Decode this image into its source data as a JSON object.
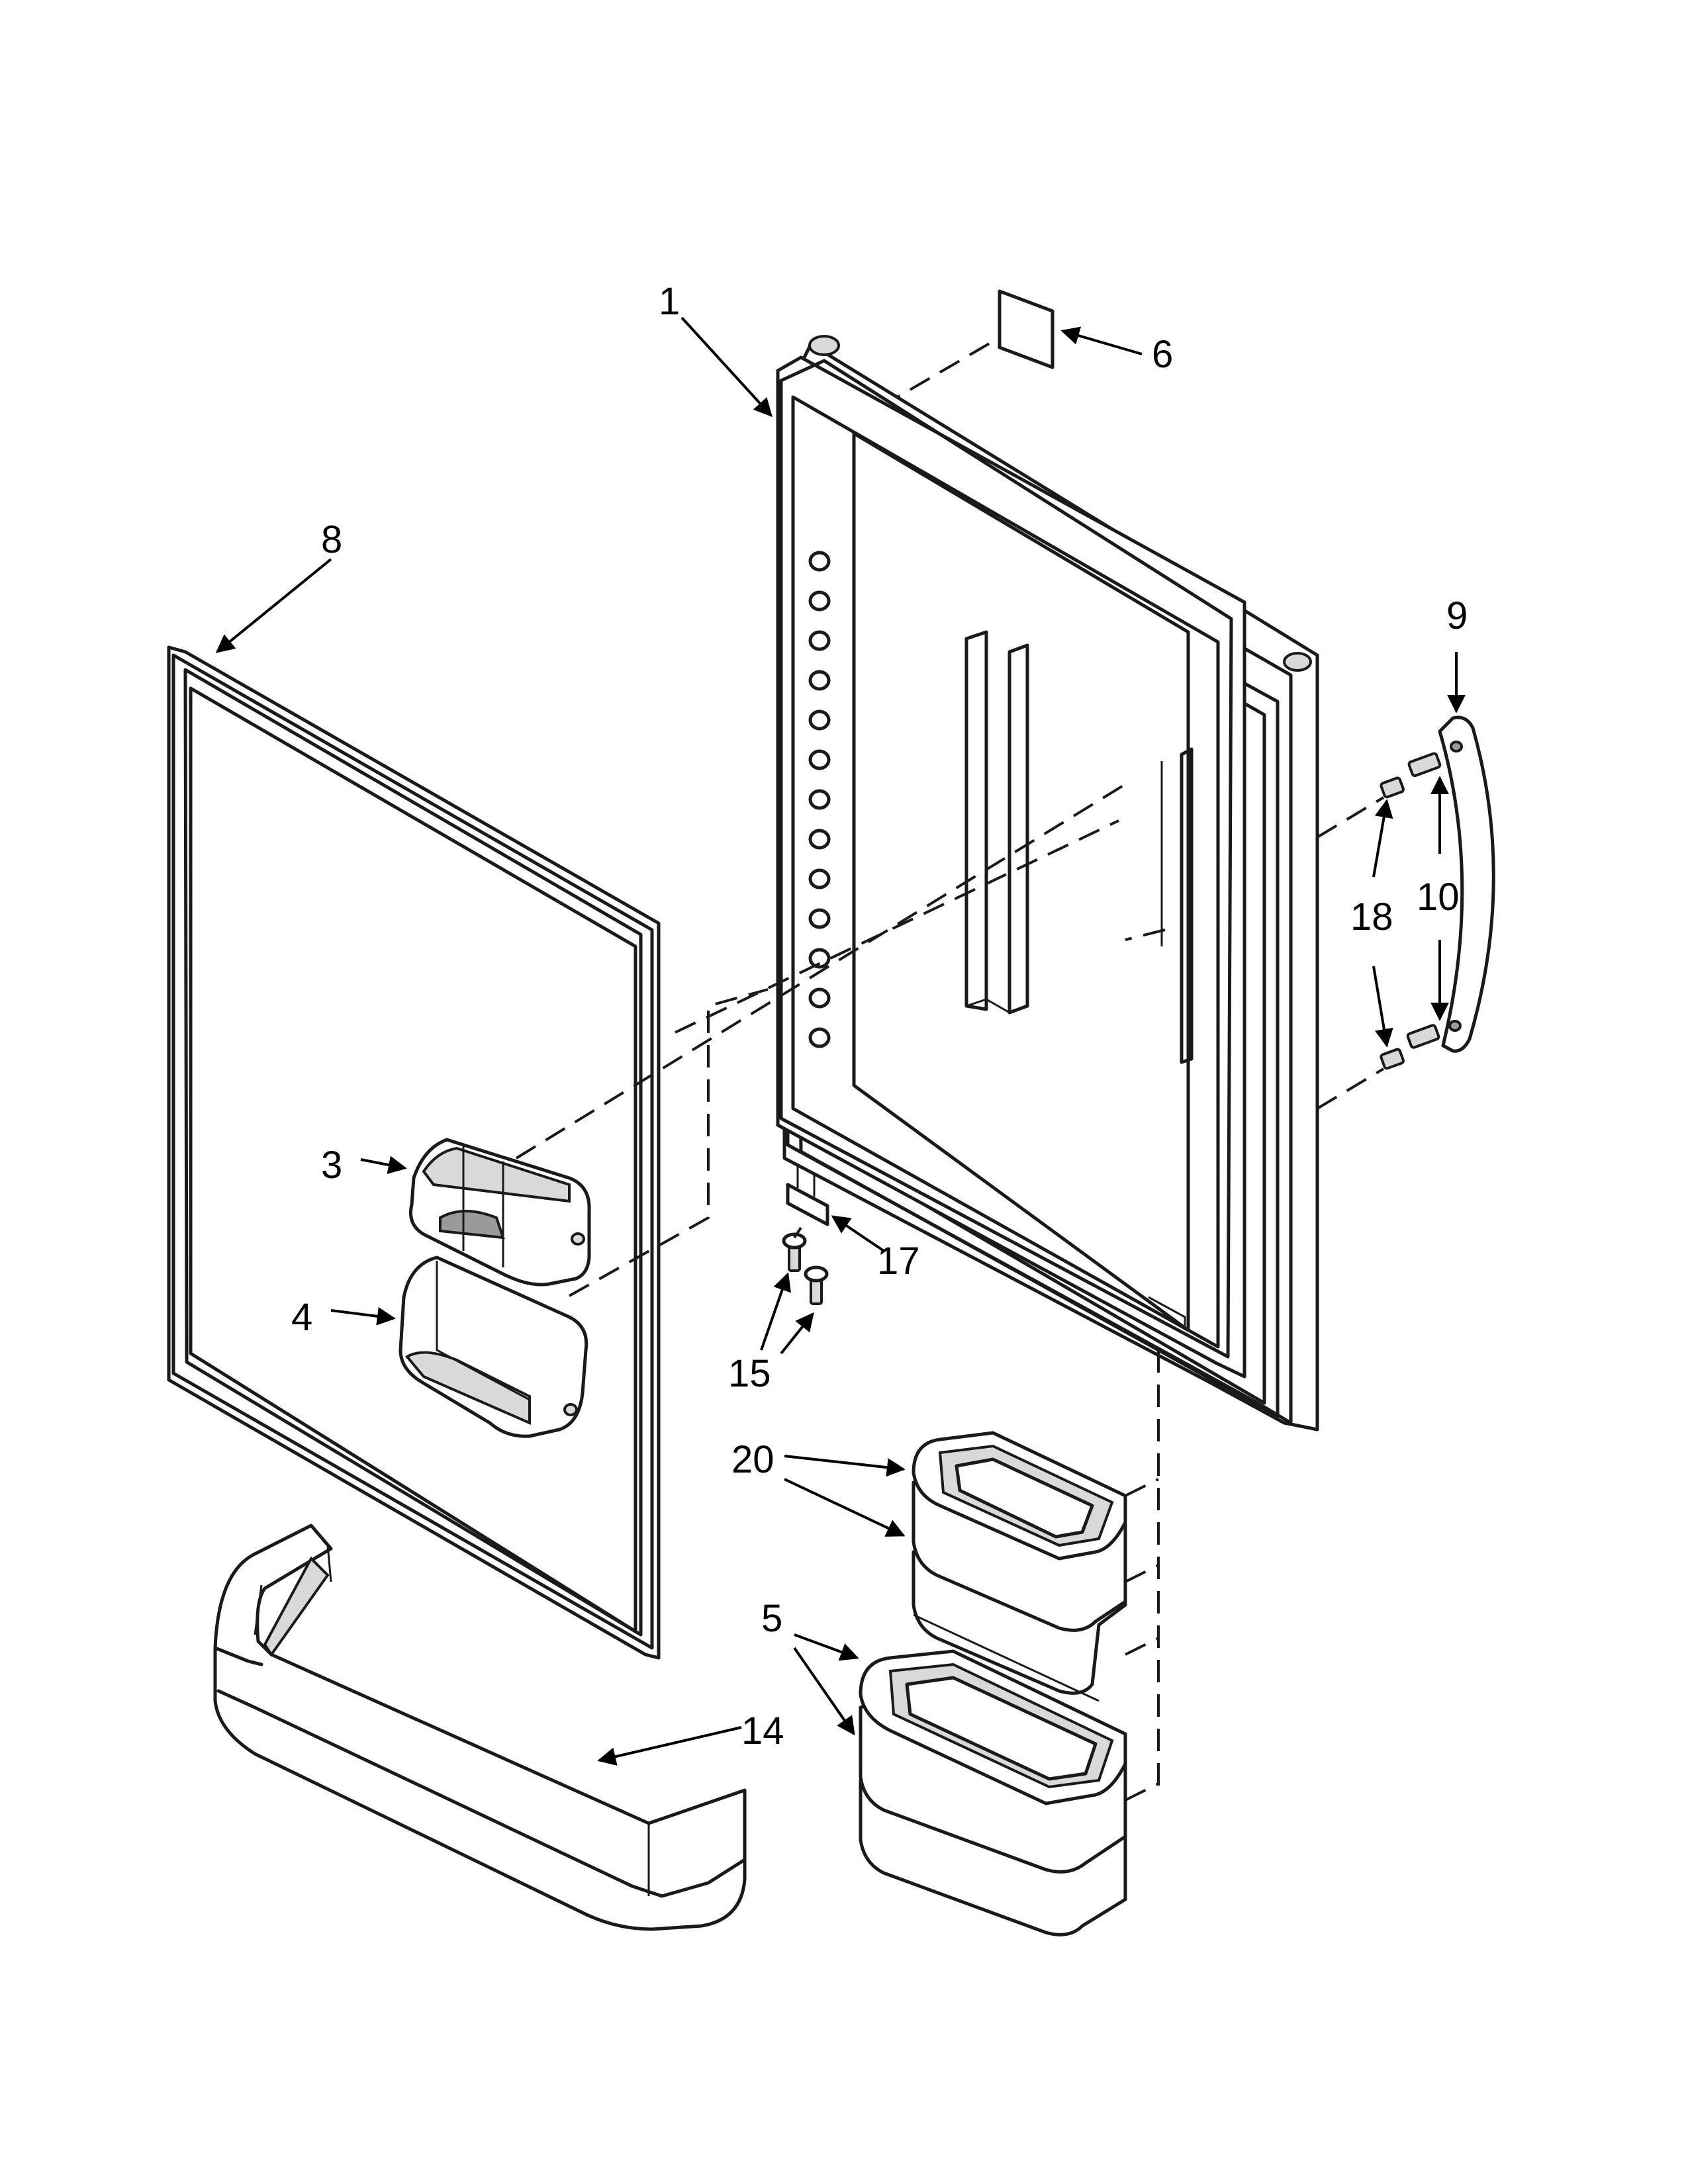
{
  "callouts": [
    {
      "id": "c1",
      "label": "1"
    },
    {
      "id": "c3",
      "label": "3"
    },
    {
      "id": "c4",
      "label": "4"
    },
    {
      "id": "c5",
      "label": "5"
    },
    {
      "id": "c6",
      "label": "6"
    },
    {
      "id": "c8",
      "label": "8"
    },
    {
      "id": "c9",
      "label": "9"
    },
    {
      "id": "c10",
      "label": "10"
    },
    {
      "id": "c14",
      "label": "14"
    },
    {
      "id": "c15",
      "label": "15"
    },
    {
      "id": "c17",
      "label": "17"
    },
    {
      "id": "c18",
      "label": "18"
    },
    {
      "id": "c20",
      "label": "20"
    }
  ]
}
